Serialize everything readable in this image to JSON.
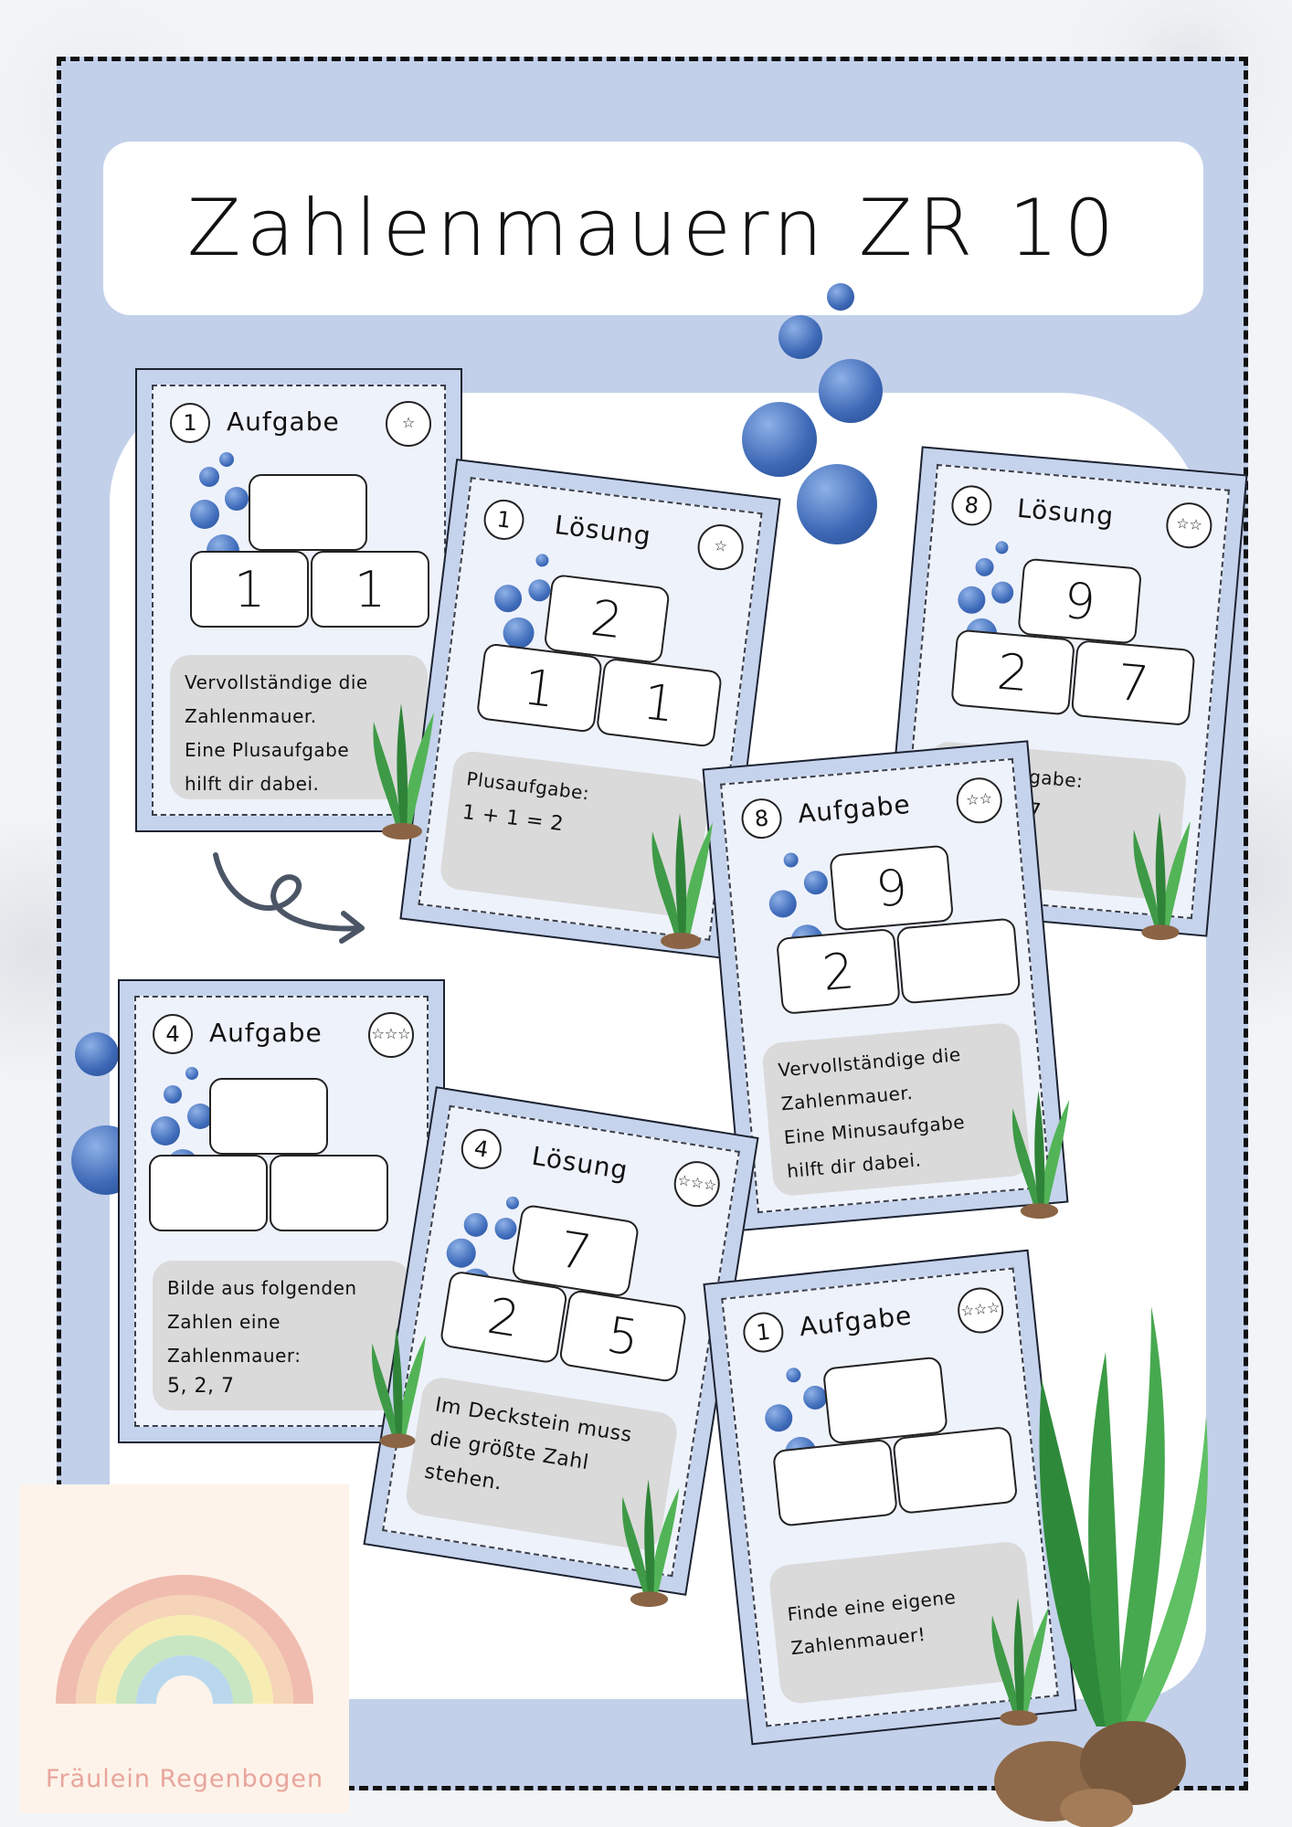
{
  "title": "Zahlenmauern ZR 10",
  "brand": "Fräulein Regenbogen",
  "cards": [
    {
      "number": "1",
      "heading": "Aufgabe",
      "stars": "☆",
      "top": "",
      "left": "1",
      "right": "1",
      "text": [
        "Vervollständige die",
        "Zahlenmauer.",
        "Eine Plusaufgabe",
        "hilft dir dabei."
      ]
    },
    {
      "number": "1",
      "heading": "Lösung",
      "stars": "☆",
      "top": "2",
      "left": "1",
      "right": "1",
      "text": [
        "Plusaufgabe:",
        "1 + 1 = 2"
      ]
    },
    {
      "number": "8",
      "heading": "Lösung",
      "stars": "☆☆",
      "top": "9",
      "left": "2",
      "right": "7",
      "text": [
        "Minusaufgabe:",
        "9 − 2 = 7"
      ]
    },
    {
      "number": "8",
      "heading": "Aufgabe",
      "stars": "☆☆",
      "top": "9",
      "left": "2",
      "right": "",
      "text": [
        "Vervollständige die",
        "Zahlenmauer.",
        "Eine Minusaufgabe",
        "hilft dir dabei."
      ]
    },
    {
      "number": "4",
      "heading": "Aufgabe",
      "stars": "☆☆☆",
      "top": "",
      "left": "",
      "right": "",
      "text": [
        "Bilde aus folgenden",
        "Zahlen eine",
        "Zahlenmauer:",
        "5, 2, 7"
      ]
    },
    {
      "number": "4",
      "heading": "Lösung",
      "stars": "☆☆☆",
      "top": "7",
      "left": "2",
      "right": "5",
      "text": [
        "Im Deckstein muss",
        "die größte Zahl",
        "stehen."
      ]
    },
    {
      "number": "1",
      "heading": "Aufgabe",
      "stars": "☆☆☆",
      "top": "",
      "left": "",
      "right": "",
      "text": [
        "Finde eine eigene",
        "Zahlenmauer!"
      ]
    }
  ]
}
